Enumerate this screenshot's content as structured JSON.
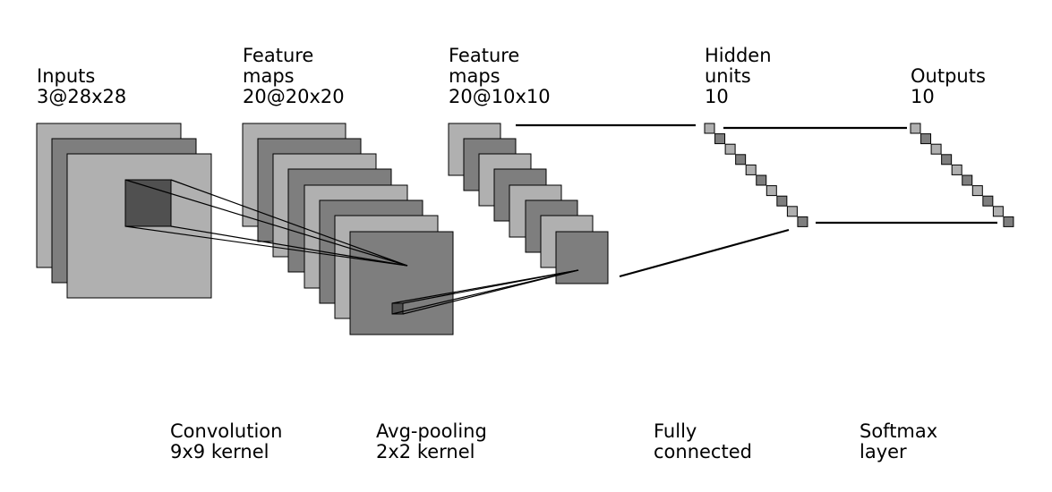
{
  "layers": [
    {
      "title_lines": [
        "Inputs"
      ],
      "detail": "3@28x28"
    },
    {
      "title_lines": [
        "Feature",
        "maps"
      ],
      "detail": "20@20x20"
    },
    {
      "title_lines": [
        "Feature",
        "maps"
      ],
      "detail": "20@10x10"
    },
    {
      "title_lines": [
        "Hidden",
        "units"
      ],
      "detail": "10"
    },
    {
      "title_lines": [
        "Outputs"
      ],
      "detail": "10"
    }
  ],
  "operations": [
    {
      "line1": "Convolution",
      "line2": "9x9 kernel"
    },
    {
      "line1": "Avg-pooling",
      "line2": "2x2 kernel"
    },
    {
      "line1": "Fully",
      "line2": "connected"
    },
    {
      "line1": "Softmax",
      "line2": "layer"
    }
  ],
  "colors": {
    "light": "#b0b0b0",
    "mid": "#7e7e7e",
    "dark": "#505050",
    "stroke": "#000000"
  }
}
